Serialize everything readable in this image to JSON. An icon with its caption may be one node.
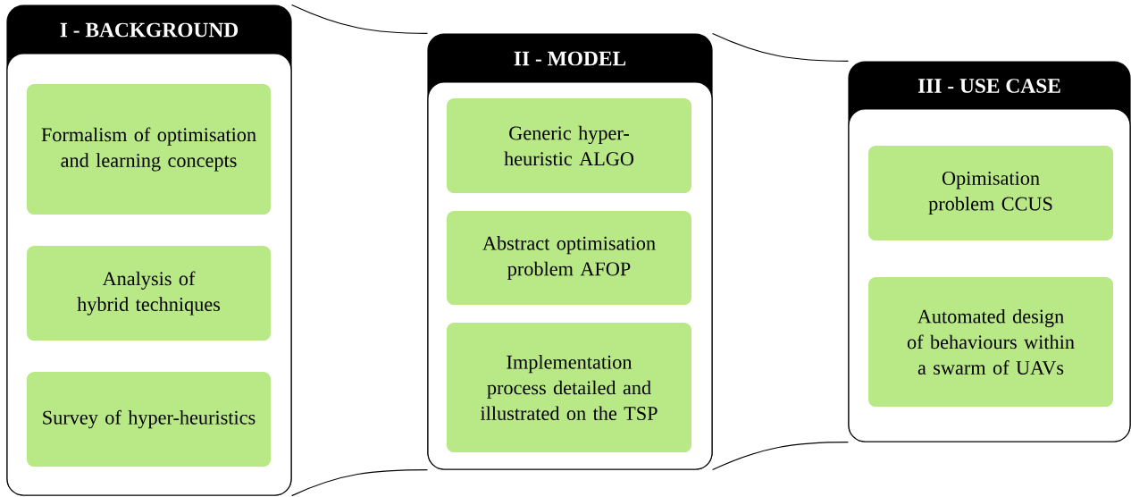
{
  "diagram": {
    "nodes": [
      {
        "text": [
          "I - BACKGROUND"
        ]
      },
      {
        "text": [
          "Formalism of optimisation and learning concepts"
        ],
        "in": 0
      },
      {
        "text": [
          "Analysis of hybrid techniques"
        ],
        "in": 0
      },
      {
        "text": [
          "Survey of hyper-heuristics"
        ],
        "in": 0
      },
      {
        "text": [
          "II - MODEL"
        ]
      },
      {
        "text": [
          "Generic hyper-heuristic ALGO"
        ],
        "in": 4
      },
      {
        "text": [
          "Abstract optimisation problem AFOP"
        ],
        "in": 4
      },
      {
        "text": [
          "Implementation process detailed and illustrated on the TSP"
        ],
        "in": 4
      },
      {
        "text": [
          "III - USE CASE"
        ]
      },
      {
        "text": [
          "Opimisation problem CCUS"
        ],
        "in": 8
      },
      {
        "text": [
          "Automated design of behaviours within a swarm of UAVs"
        ],
        "in": 8
      }
    ],
    "edges": [
      {
        "from": 0,
        "to": 4,
        "arrow": "none"
      },
      {
        "from": 0,
        "to": 4,
        "arrow": "none"
      },
      {
        "from": 4,
        "to": 8,
        "arrow": "none"
      },
      {
        "from": 4,
        "to": 8,
        "arrow": "none"
      }
    ]
  }
}
